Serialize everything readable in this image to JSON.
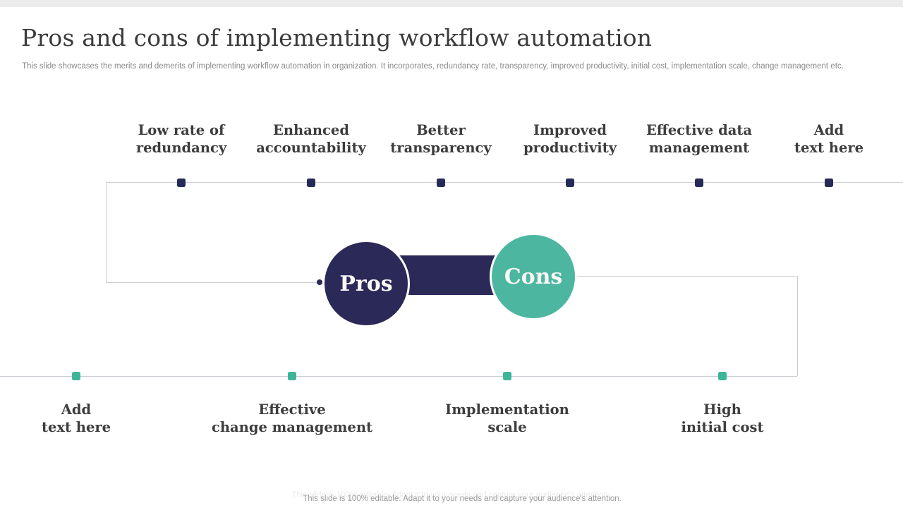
{
  "slide": {
    "title": "Pros and cons of implementing workflow automation",
    "subtitle": "This slide showcases the merits and demerits of implementing workflow automation in organization. It incorporates, redundancy rate, transparency, improved productivity,  initial cost, implementation scale, change management etc.",
    "footer": "This slide is 100% editable. Adapt it to your needs and capture your audience's attention."
  },
  "diagram": {
    "pros_node": {
      "label": "Pros"
    },
    "cons_node": {
      "label": "Cons"
    },
    "pros_items": [
      {
        "line1": "Low rate of",
        "line2": "redundancy"
      },
      {
        "line1": "Enhanced",
        "line2": "accountability"
      },
      {
        "line1": "Better",
        "line2": "transparency"
      },
      {
        "line1": "Improved",
        "line2": "productivity"
      },
      {
        "line1": "Effective data",
        "line2": "management"
      },
      {
        "line1": "Add",
        "line2": "text here"
      }
    ],
    "cons_items": [
      {
        "line1": "Add",
        "line2": "text here"
      },
      {
        "line1": "Effective",
        "line2": "change management"
      },
      {
        "line1": "Implementation",
        "line2": "scale"
      },
      {
        "line1": "High",
        "line2": "initial cost"
      }
    ],
    "colors": {
      "navy": "#2a2957",
      "teal": "#4cb6a1",
      "line": "#cccdd4"
    }
  }
}
